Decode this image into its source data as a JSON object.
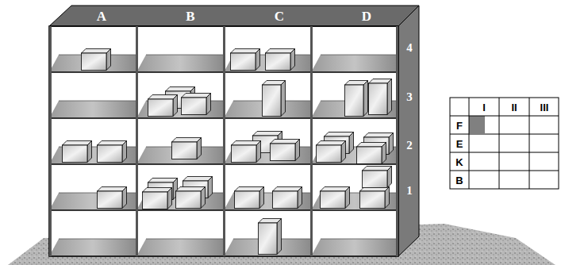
{
  "diagram": {
    "labels": [
      "A",
      "B",
      "C",
      "D",
      "4",
      "3",
      "2",
      "1",
      "I",
      "II",
      "III",
      "F",
      "E",
      "K",
      "B"
    ]
  }
}
